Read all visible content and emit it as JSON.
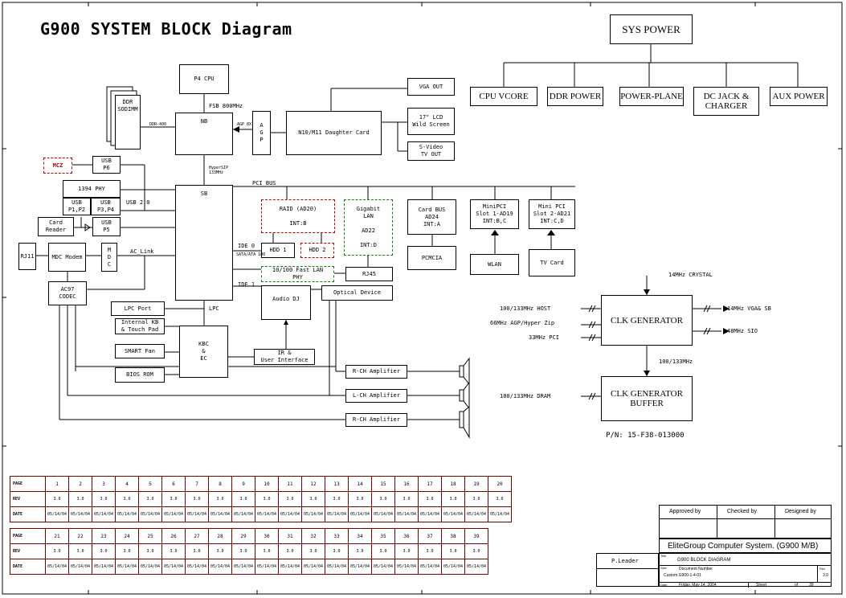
{
  "title": "G900 SYSTEM BLOCK Diagram",
  "power": {
    "sys_power": "SYS POWER",
    "rails": [
      "CPU VCORE",
      "DDR POWER",
      "POWER-PLANE",
      "DC JACK &\nCHARGER",
      "AUX POWER"
    ]
  },
  "blocks": {
    "cpu": "P4 CPU",
    "ddr": "DDR\nSODIMM",
    "nb": "NB",
    "agp": "A\nG\nP",
    "daughter": "N10/M11 Daughter Card",
    "vga_out": "VGA OUT",
    "lcd": "17\" LCD\nWild Screen",
    "svideo": "S-Video\nTV OUT",
    "mcz": "MCZ",
    "usb_p6": "USB\nP6",
    "phy1394": "1394 PHY",
    "usb_p12": "USB\nP1,P2",
    "usb_p34": "USB\nP3,P4",
    "card_reader": "Card\nReader",
    "usb_p5": "USB\nP5",
    "sb": "SB",
    "raid": "RAID (AD20)\n\nINT:B",
    "gigabit": "Gigabit\nLAN\n\nAD22\n\nINT:D",
    "cardbus": "Card BUS\nAD24\nINT:A",
    "minipci1": "MiniPCI\nSlot 1-AD19\nINT:B,C",
    "minipci2": "Mini PCI\nSlot 2-AD21\nINT:C,D",
    "pcmcia": "PCMCIA",
    "wlan": "WLAN",
    "tv_card": "TV Card",
    "hdd1": "HDD 1",
    "hdd2": "HDD 2",
    "lan100": "10/100 Fast LAN\nPHY",
    "rj45": "RJ45",
    "rj11": "RJ11",
    "mdc_modem": "MDC Modem",
    "mdc": "M\nD\nC",
    "ac97": "AC97\nCODEC",
    "audio_dj": "Audio DJ",
    "optical": "Optical Device",
    "lpc_port": "LPC Port",
    "internal_kb": "Internal KB\n& Touch Pad",
    "smart_fan": "SMART Fan",
    "bios_rom": "BIOS ROM",
    "kbc": "KBC\n&\nEC",
    "ir": "IR &\nUser Interface",
    "amp_r1": "R-CH Amplifier",
    "amp_l": "L-CH Amplifier",
    "amp_r2": "R-CH Amplifier",
    "clk_gen": "CLK GENERATOR",
    "clk_buf": "CLK GENERATOR\nBUFFER"
  },
  "labels": {
    "fsb": "FSB 800MHz",
    "ddr400": "DDR-400",
    "agp8x": "AGP 8X",
    "hublink": "HyperSIP\n133MHz",
    "pci_bus": "PCI BUS",
    "usb20": "USB 2.0",
    "ac_link": "AC_Link",
    "ide0": "IDE 0",
    "ide0_sub": "SATA/ATA 100",
    "ide1": "IDE 1",
    "lpc": "LPC",
    "crystal": "14MHz CRYSTAL",
    "host": "100/133MHz  HOST",
    "agp_hyper": "66MHz  AGP/Hyper Zip",
    "pci_clk": "33MHz PCI",
    "vga_sb": "14MHz  VGA& SB",
    "sio": "48MHz  SIO",
    "clk_100": "100/133MHz",
    "dram": "100/133MHz   DRAM",
    "pn": "P/N: 15-F38-013000"
  },
  "revision_table": {
    "row_labels": [
      "PAGE",
      "REV",
      "DATE"
    ],
    "pages_1": [
      "1",
      "2",
      "3",
      "4",
      "5",
      "6",
      "7",
      "8",
      "9",
      "10",
      "11",
      "12",
      "13",
      "14",
      "15",
      "16",
      "17",
      "18",
      "19",
      "20"
    ],
    "pages_2": [
      "21",
      "22",
      "23",
      "24",
      "25",
      "26",
      "27",
      "28",
      "29",
      "30",
      "31",
      "32",
      "33",
      "34",
      "35",
      "36",
      "37",
      "38",
      "39"
    ],
    "rev": "3.0",
    "date": "05/14/04"
  },
  "title_block": {
    "approved_by": "Approved by",
    "checked_by": "Checked by",
    "designed_by": "Designed by",
    "drawn_by": "P.Leader",
    "company": "EliteGroup Computer System. (G900 M/B)",
    "title_label": "Title",
    "title_value": "G900 BLOCK DIAGRAM",
    "size_label": "Size",
    "doc_label": "Document Number",
    "doc_value": "Custom G900-1-4-01",
    "rev_label": "Rev",
    "rev_value": "3.0",
    "date_label": "Date",
    "date_value": "Friday, May 14, 2004",
    "sheet_label": "Sheet",
    "sheet_of": "of",
    "sheet_total": "39"
  }
}
